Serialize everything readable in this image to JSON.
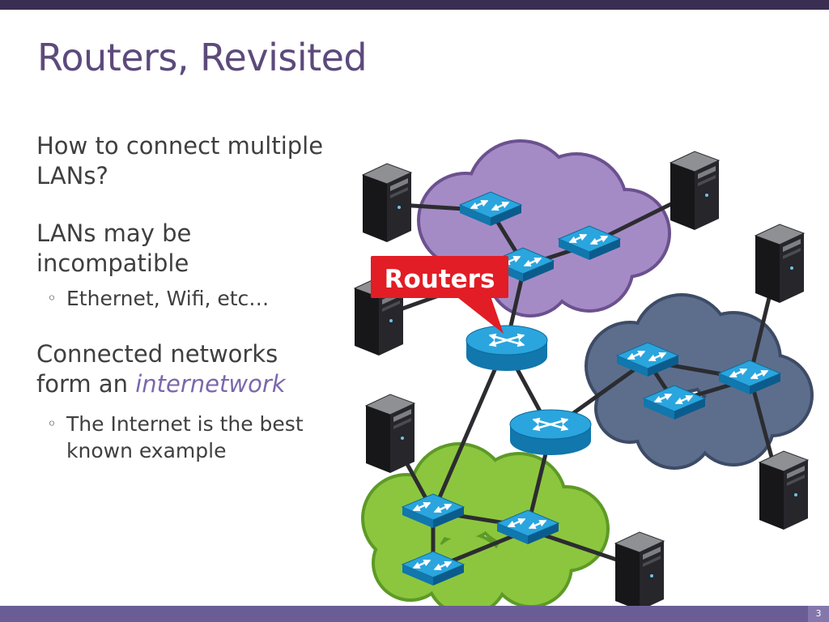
{
  "slide": {
    "title": "Routers, Revisited",
    "page_number": "3"
  },
  "theme": {
    "title_color": "#5c4a7c",
    "top_bar_color": "#3a2f52",
    "footer_bar_color": "#6a5d96",
    "body_text_color": "#3f3f3f",
    "keyword_color": "#7c67ad"
  },
  "content": {
    "sub_marker": "◦",
    "bullet1_line1": "How to connect multiple",
    "bullet1_line2": "LANs?",
    "bullet2_line1": "LANs may be",
    "bullet2_line2": "incompatible",
    "sub1": "Ethernet, Wifi, etc…",
    "bullet3_line1": "Connected networks",
    "bullet3_line2_prefix": "form an ",
    "bullet3_keyword": "internetwork",
    "sub2_line1": "The Internet is the best",
    "sub2_line2": "known example"
  },
  "diagram": {
    "callout_label": "Routers",
    "colors": {
      "purple_cloud": "#a58bc6",
      "purple_cloud_outline": "#6b518f",
      "slate_cloud": "#5d6e8d",
      "slate_cloud_outline": "#3d4b66",
      "green_cloud": "#8cc63e",
      "green_cloud_outline": "#5d9a26",
      "callout_red": "#e21d25"
    }
  }
}
